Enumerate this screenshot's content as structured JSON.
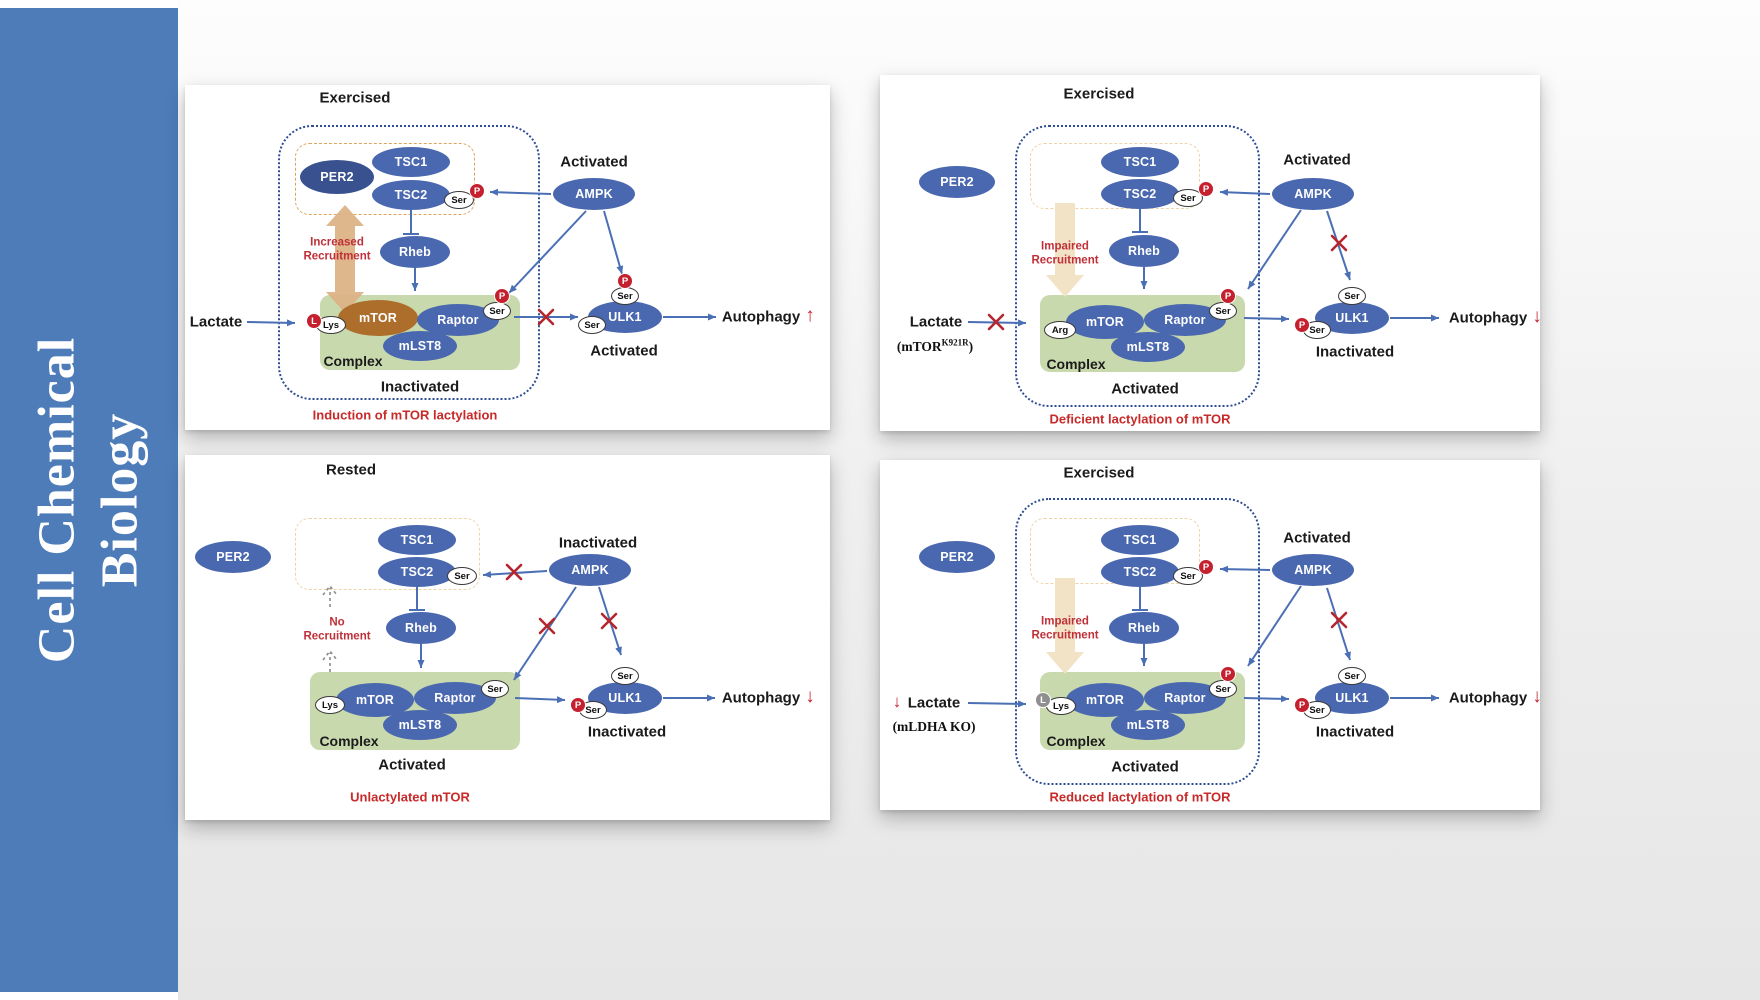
{
  "sidebar": {
    "line1": "Cell Chemical",
    "line2": "Biology"
  },
  "colors": {
    "journal_blue": "#4d7cb9",
    "node_blue": "#4a68af",
    "mtor_lactylated_brown": "#ae6e2b",
    "complex_green": "#c9d9ae",
    "phospho_red": "#c5202e",
    "caption_red": "#c82a2a"
  },
  "labels": {
    "per2": "PER2",
    "tsc1": "TSC1",
    "tsc2": "TSC2",
    "rheb": "Rheb",
    "mtor": "mTOR",
    "raptor": "Raptor",
    "mlst8": "mLST8",
    "ulk1": "ULK1",
    "ampk": "AMPK",
    "complex": "Complex",
    "lactate": "Lactate",
    "autophagy": "Autophagy",
    "ser": "Ser",
    "lys": "Lys",
    "arg": "Arg",
    "p": "P",
    "l": "L"
  },
  "panels": {
    "p1": {
      "title": "Exercised",
      "ampk_state": "Activated",
      "recruit1": "Increased",
      "recruit2": "Recruitment",
      "complex_state": "Inactivated",
      "ulk1_state": "Activated",
      "autophagy_dir": "↑",
      "caption": "Induction of mTOR lactylation"
    },
    "p2": {
      "title": "Exercised",
      "ampk_state": "Activated",
      "recruit1": "Impaired",
      "recruit2": "Recruitment",
      "variant_pre": "(mTOR",
      "variant_sup": "K921R",
      "variant_post": ")",
      "complex_state": "Activated",
      "ulk1_state": "Inactivated",
      "autophagy_dir": "↓",
      "caption": "Deficient lactylation of mTOR"
    },
    "p3": {
      "title": "Rested",
      "ampk_state": "Inactivated",
      "recruit1": "No",
      "recruit2": "Recruitment",
      "complex_state": "Activated",
      "ulk1_state": "Inactivated",
      "autophagy_dir": "↓",
      "caption": "Unlactylated mTOR"
    },
    "p4": {
      "title": "Exercised",
      "ampk_state": "Activated",
      "recruit1": "Impaired",
      "recruit2": "Recruitment",
      "variant": "(mLDHA KO)",
      "lactate_dir": "↓",
      "complex_state": "Activated",
      "ulk1_state": "Inactivated",
      "autophagy_dir": "↓",
      "caption": "Reduced lactylation of mTOR"
    }
  }
}
